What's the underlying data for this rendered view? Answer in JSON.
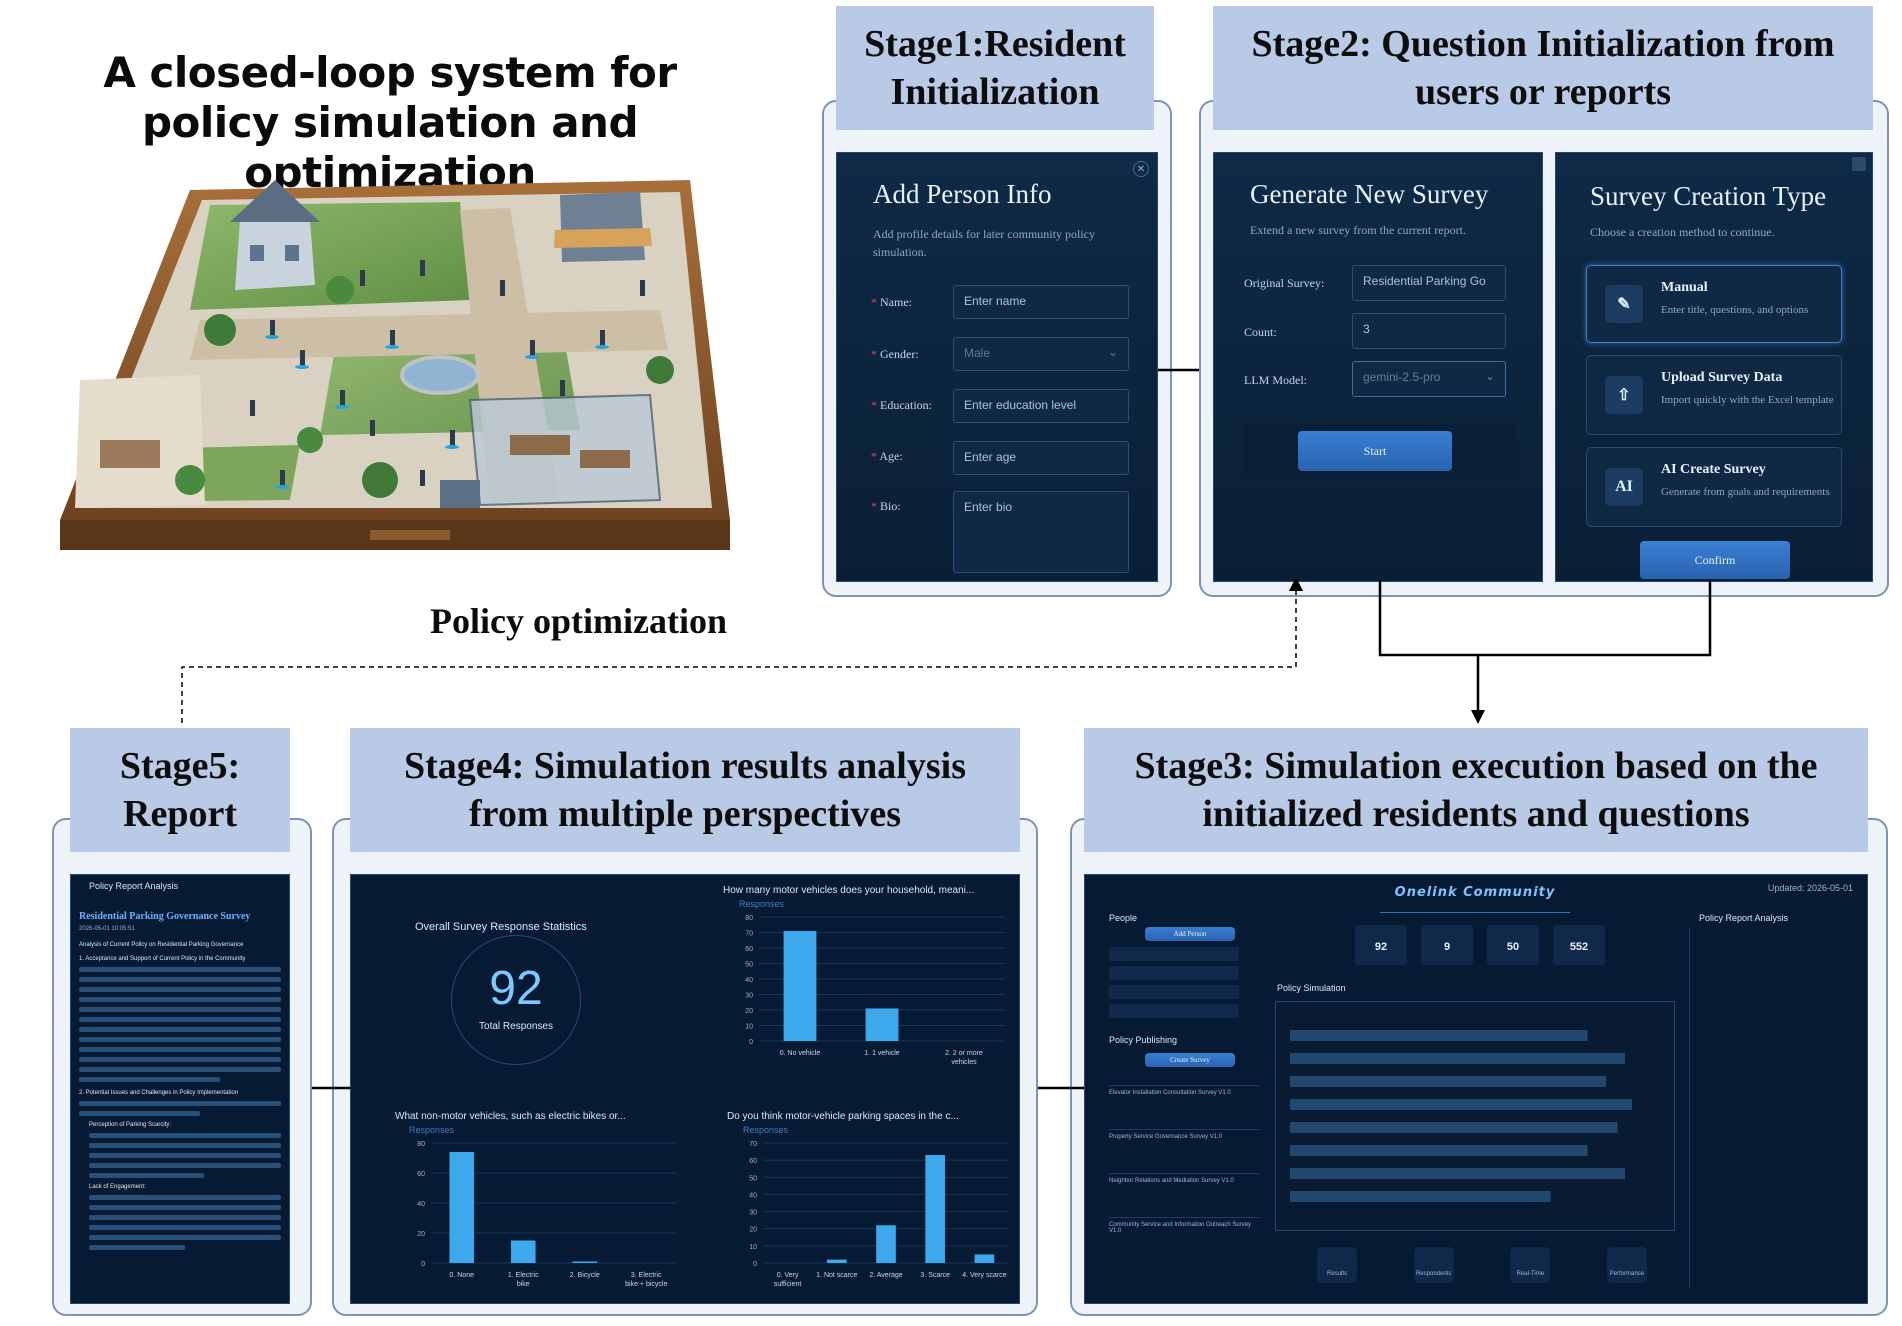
{
  "title": "A closed-loop system for policy simulation and optimization",
  "loop_label": "Policy optimization",
  "stages": {
    "s1": "Stage1:Resident Initialization",
    "s2": "Stage2: Question Initialization from users or reports",
    "s3": "Stage3: Simulation execution based on the initialized residents and questions",
    "s4": "Stage4: Simulation results analysis from multiple perspectives",
    "s5": "Stage5: Report"
  },
  "person_form": {
    "title": "Add Person Info",
    "subtitle": "Add profile details for later community policy simulation.",
    "fields": [
      {
        "label": "Name:",
        "placeholder": "Enter name"
      },
      {
        "label": "Gender:",
        "placeholder": "Male"
      },
      {
        "label": "Education:",
        "placeholder": "Enter education level"
      },
      {
        "label": "Age:",
        "placeholder": "Enter age"
      },
      {
        "label": "Bio:",
        "placeholder": "Enter bio"
      }
    ]
  },
  "survey_form": {
    "title": "Generate New Survey",
    "subtitle": "Extend a new survey from the current report.",
    "fields": [
      {
        "label": "Original Survey:",
        "value": "Residential Parking Go"
      },
      {
        "label": "Count:",
        "value": "3"
      },
      {
        "label": "LLM Model:",
        "value": "gemini-2.5-pro"
      }
    ],
    "start": "Start"
  },
  "creation_type": {
    "title": "Survey Creation Type",
    "subtitle": "Choose a creation method to continue.",
    "options": [
      {
        "icon": "✎",
        "title": "Manual",
        "desc": "Enter title, questions, and options"
      },
      {
        "icon": "⇧",
        "title": "Upload Survey Data",
        "desc": "Import quickly with the Excel template"
      },
      {
        "icon": "AI",
        "title": "AI Create Survey",
        "desc": "Generate from goals and requirements"
      }
    ],
    "confirm": "Confirm"
  },
  "sim": {
    "brand": "Onelink Community",
    "updated": "Updated: 2026-05-01",
    "people_label": "People",
    "add_person": "Add Person",
    "stats": [
      "92",
      "9",
      "50",
      "552"
    ],
    "policy_sim": "Policy Simulation",
    "policy_publishing": "Policy Publishing",
    "create_survey": "Create Survey",
    "report_analysis": "Policy Report Analysis",
    "nav": [
      "Results",
      "Respondents",
      "Real-Time",
      "Performance"
    ],
    "surveys": [
      "Elevator Installation Consultation Survey V1.0",
      "Property Service Governance Survey V1.0",
      "Neighbor Relations and Mediation Survey V1.0",
      "Community Service and Information Outreach Survey V1.0"
    ]
  },
  "analysis": {
    "overall_title": "Overall Survey Response Statistics",
    "total": "92",
    "total_label": "Total Responses",
    "responses_axis": "Responses"
  },
  "chart_data": [
    {
      "type": "bar",
      "title": "How many motor vehicles does your household, meani...",
      "ylabel": "Responses",
      "categories": [
        "0. No vehicle",
        "1. 1 vehicle",
        "2. 2 or more vehicles"
      ],
      "values": [
        71,
        21,
        0
      ],
      "ylim": [
        0,
        80
      ],
      "ticks": [
        0,
        10,
        20,
        30,
        40,
        50,
        60,
        70,
        80
      ]
    },
    {
      "type": "bar",
      "title": "What non-motor vehicles, such as electric bikes or...",
      "ylabel": "Responses",
      "categories": [
        "0. None",
        "1. Electric bike",
        "2. Bicycle",
        "3. Electric bike + bicycle"
      ],
      "values": [
        74,
        15,
        1,
        0
      ],
      "ylim": [
        0,
        80
      ],
      "ticks": [
        0,
        20,
        40,
        60,
        80
      ]
    },
    {
      "type": "bar",
      "title": "Do you think motor-vehicle parking spaces in the c...",
      "ylabel": "Responses",
      "categories": [
        "0. Very sufficient",
        "1. Not scarce",
        "2. Average",
        "3. Scarce",
        "4. Very scarce"
      ],
      "values": [
        0,
        2,
        22,
        63,
        5
      ],
      "ylim": [
        0,
        70
      ],
      "ticks": [
        0,
        10,
        20,
        30,
        40,
        50,
        60,
        70
      ]
    }
  ],
  "report": {
    "header": "Policy Report Analysis",
    "title": "Residential Parking Governance Survey",
    "date": "2026-05-01 10:05:51",
    "section1": "Analysis of Current Policy on Residential Parking Governance",
    "sub1": "1. Acceptance and Support of Current Policy in the Community",
    "sub2": "2. Potential Issues and Challenges in Policy Implementation",
    "bullet1": "Perception of Parking Scarcity:",
    "bullet2": "Lack of Engagement:"
  }
}
